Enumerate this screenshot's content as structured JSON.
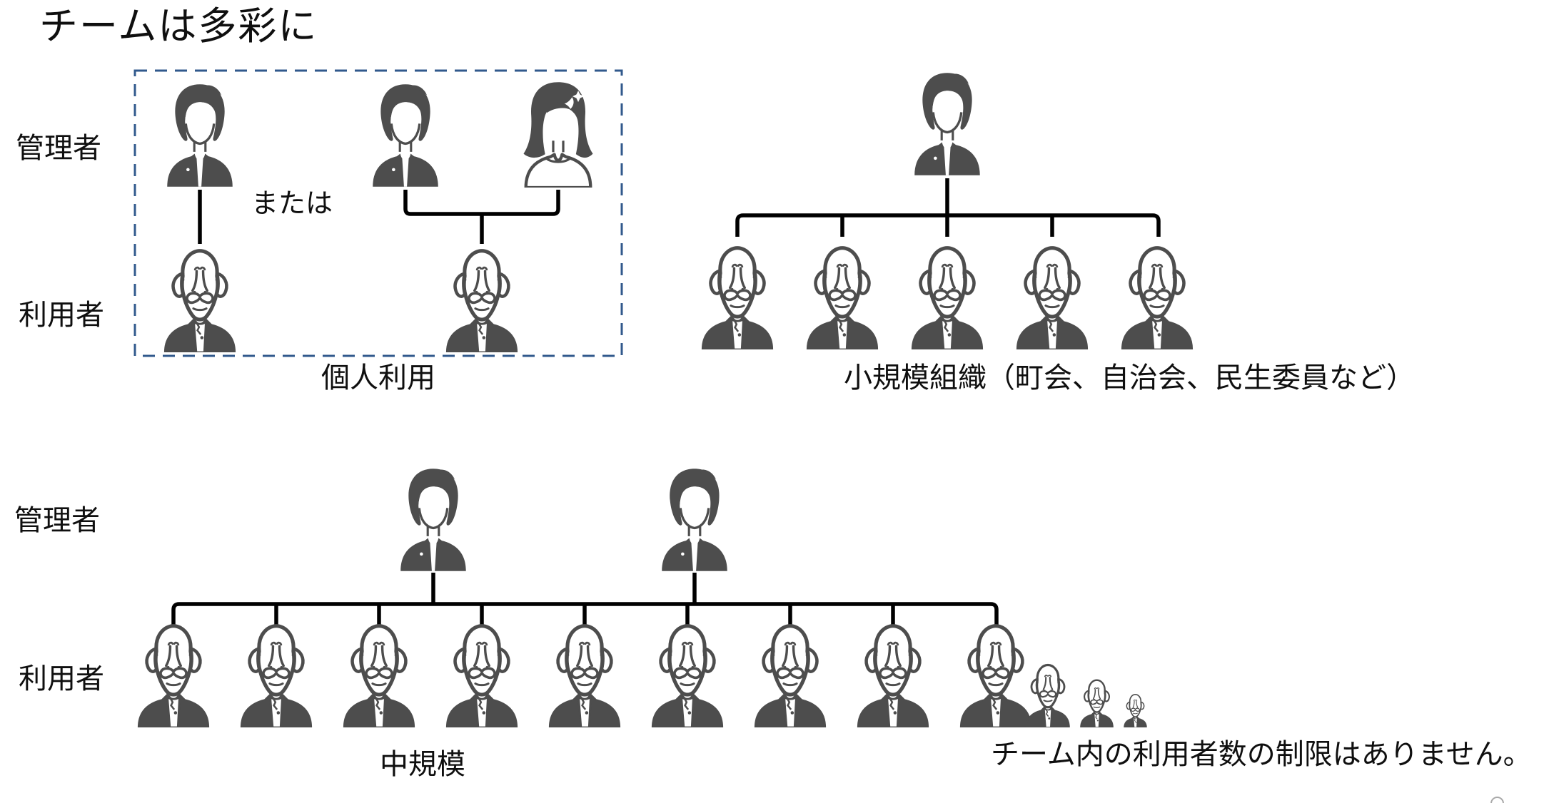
{
  "title": "チームは多彩に",
  "rows": {
    "top_admin": "管理者",
    "top_user": "利用者",
    "bottom_admin": "管理者",
    "bottom_user": "利用者"
  },
  "groups": {
    "personal": {
      "caption": "個人利用",
      "or_label": "または",
      "admin_count_left": 1,
      "admin_count_right": 2,
      "user_count": 2
    },
    "small_org": {
      "caption": "小規模組織（町会、自治会、民生委員など）",
      "admin_count": 1,
      "user_count": 5
    },
    "medium": {
      "caption": "中規模",
      "note": "チーム内の利用者数の制限はありません。",
      "admin_count": 2,
      "user_count": 9,
      "shrinking_extra_user_count": 3
    }
  },
  "icons": {
    "admin_male": "young-man-avatar-icon",
    "admin_female": "young-woman-avatar-icon",
    "user_elderly": "elderly-man-avatar-icon"
  },
  "colors": {
    "dashed_box": "#31598c",
    "icon_gray": "#4d4d4d",
    "connector": "#000000",
    "text": "#0f0f0f"
  }
}
